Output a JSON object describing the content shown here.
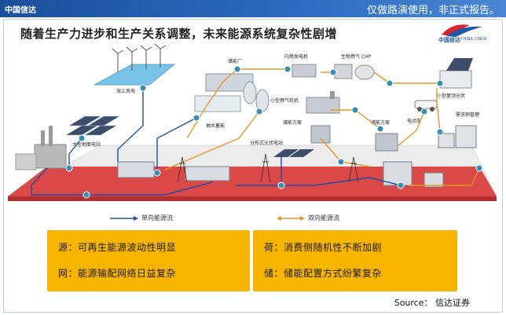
{
  "header": {
    "brand": "中国信达",
    "disclaimer": "仅做路演使用，非正式报告。"
  },
  "title": "随着生产力进步和生产关系调整，未来能源系统复杂性剧增",
  "logo": {
    "cn": "中国信达",
    "en": "CHINA CINDA"
  },
  "diagram_labels": {
    "offshore_wind": "海上风电",
    "large_pv": "大型地面电站",
    "storage_plant": "储能厂",
    "pumped_hydro": "抽水蓄能",
    "internal_combustion": "内燃发电机",
    "biogas_chp": "生物燃气 CHP",
    "small_gas_turbine": "小型燃气轮机",
    "storage_scheme_1": "储能方案",
    "storage_scheme_2": "储能方案",
    "distributed_pv": "分布式光伏电站",
    "small_rooftop_pv": "小型屋顶光伏",
    "ev": "电动车",
    "demand_management": "需求侧管理"
  },
  "legend": {
    "one_way": "单向能源流",
    "two_way": "双向能源流"
  },
  "colors": {
    "one_way": "#1f4ea3",
    "two_way": "#e8962a",
    "highlight": "#f7b500",
    "header": "#1b4f9c",
    "grid_band": "#d83a3a"
  },
  "boxes": {
    "left": [
      "源：可再生能源波动性明显",
      "网：能源输配网络日益复杂"
    ],
    "right": [
      "荷：消费侧随机性不断加剧",
      "储：储能配置方式纷繁复杂"
    ]
  },
  "source": "Source： 信达证券"
}
